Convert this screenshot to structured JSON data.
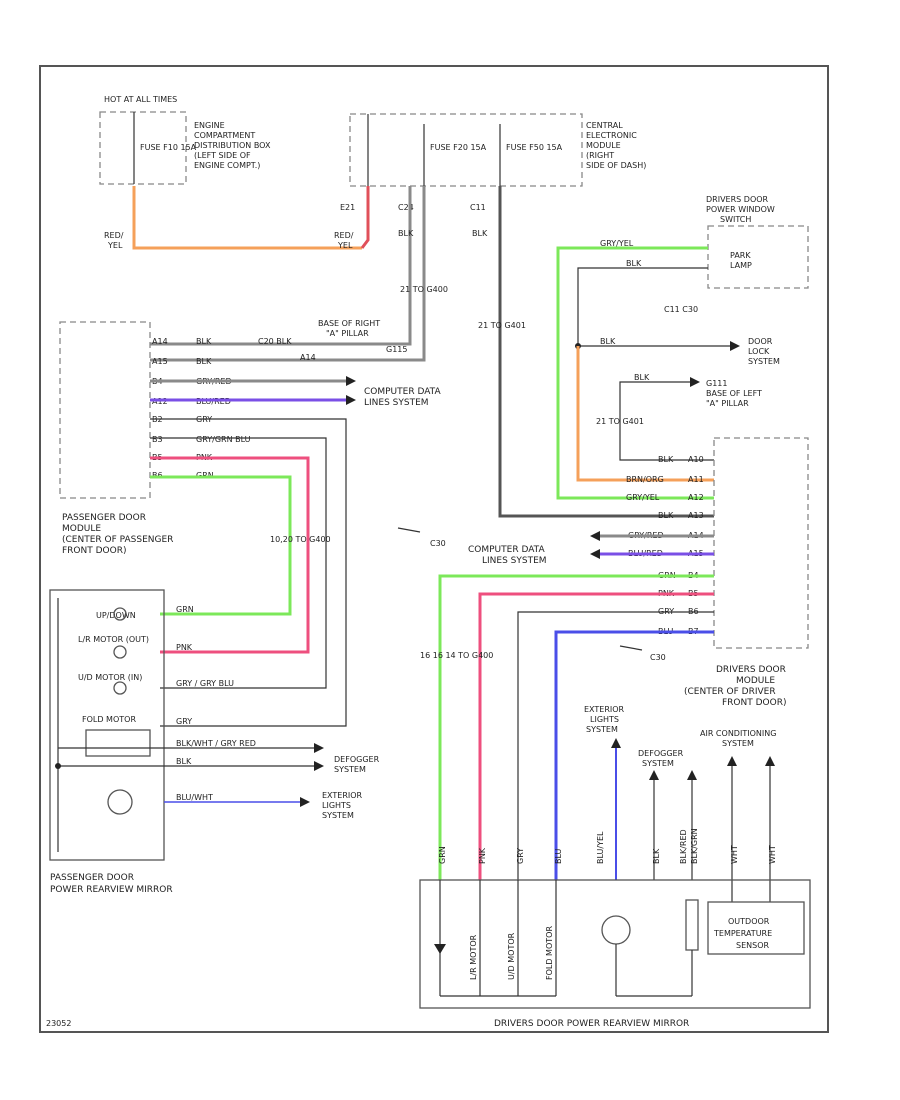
{
  "labels": {
    "hot_at_all_times": "HOT AT ALL TIMES",
    "fuse_left": "FUSE F10 15A",
    "engine_box": [
      "ENGINE",
      "COMPARTMENT",
      "DISTRIBUTION BOX",
      "(LEFT SIDE OF",
      "ENGINE COMPT.)"
    ],
    "fuse_mid": "FUSE F20 15A",
    "fuse_right": "FUSE F50 15A",
    "central_module": [
      "CENTRAL",
      "ELECTRONIC",
      "MODULE",
      "(RIGHT",
      "SIDE OF DASH)"
    ],
    "conn_e21": "E21",
    "conn_c24": "C24",
    "conn_c11": "C11",
    "wire_red_yel_left": [
      "RED/",
      "YEL"
    ],
    "wire_red_yel_right": [
      "RED/",
      "YEL"
    ],
    "blk_1": "BLK",
    "blk_2": "BLK",
    "splice_1": "21 TO G400",
    "splice_2": "21 TO G401",
    "base_right_pillar": [
      "BASE OF RIGHT",
      "\"A\" PILLAR",
      "G115"
    ],
    "ps_pins": [
      "A14",
      "A15",
      "B4",
      "A12",
      "B2",
      "B3",
      "B5",
      "B6"
    ],
    "ps_wires": [
      "BLK",
      "BLK",
      "GRY/RED",
      "BLU/RED",
      "GRY",
      "GRY/GRN BLU",
      "PNK",
      "GRN"
    ],
    "ps_c20_blk": "C20 BLK",
    "ps_a14": "A14",
    "computer_data_1": [
      "COMPUTER DATA",
      "LINES SYSTEM"
    ],
    "passenger_door_module": [
      "PASSENGER DOOR",
      "MODULE",
      "(CENTER OF PASSENGER",
      "FRONT DOOR)"
    ],
    "splice_3": "10,20 TO G400",
    "conn_c30_1": "C30",
    "drivers_switch": [
      "DRIVERS DOOR",
      "POWER WINDOW",
      "SWITCH"
    ],
    "park_lamp": [
      "PARK",
      "LAMP"
    ],
    "dw_gry_yel": "GRY/YEL",
    "dw_blk": "BLK",
    "c11_c30": "C11  C30",
    "door_lock": [
      "DOOR",
      "LOCK",
      "SYSTEM"
    ],
    "blk_3": "BLK",
    "blk_4": "BLK",
    "g111": [
      "G111",
      "BASE OF LEFT",
      "\"A\" PILLAR"
    ],
    "splice_4": "21 TO G401",
    "dd_wires": [
      "BLK",
      "BRN/ORG",
      "GRY/YEL",
      "BLK",
      "GRY/RED",
      "BLU/RED",
      "GRN",
      "PNK",
      "GRY",
      "BLU"
    ],
    "dd_pins": [
      "A10",
      "A11",
      "A12",
      "A13",
      "A14",
      "A15",
      "B4",
      "B5",
      "B6",
      "B7"
    ],
    "computer_data_2": [
      "COMPUTER DATA",
      "LINES SYSTEM"
    ],
    "conn_c30_2": "C30",
    "splice_5": "16  16  14  TO G400",
    "drivers_door_module": [
      "DRIVERS DOOR",
      "MODULE",
      "(CENTER OF DRIVER",
      "FRONT DOOR)"
    ],
    "mirror_up_down": "UP/DOWN",
    "mirror_motor_1": "L/R MOTOR (OUT)",
    "mirror_motor_2": "U/D MOTOR (IN)",
    "fold_motor": "FOLD MOTOR",
    "ps_grn": "GRN",
    "ps_pnk": "PNK",
    "ps_gry_blu": "GRY / GRY BLU",
    "ps_gry": "GRY",
    "ps_blk_wht": "BLK/WHT / GRY RED",
    "ps_blk": "BLK",
    "ps_blu_wht": "BLU/WHT",
    "defogger_1": [
      "DEFOGGER",
      "SYSTEM"
    ],
    "exterior_1": [
      "EXTERIOR",
      "LIGHTS",
      "SYSTEM"
    ],
    "passenger_mirror": [
      "PASSENGER DOOR",
      "POWER REARVIEW MIRROR"
    ],
    "exterior_2": [
      "EXTERIOR",
      "LIGHTS",
      "SYSTEM"
    ],
    "defogger_2": [
      "DEFOGGER",
      "SYSTEM"
    ],
    "ac_system": [
      "AIR CONDITIONING",
      "SYSTEM"
    ],
    "v_wires": [
      "GRN",
      "PNK",
      "GRY",
      "BLU",
      "BLU/YEL",
      "BLK",
      "BLK/GRN",
      "BLK/RED",
      "WHT",
      "WHT"
    ],
    "outdoor_sensor": [
      "OUTDOOR",
      "TEMPERATURE",
      "SENSOR"
    ],
    "drivers_mirror": "DRIVERS DOOR POWER REARVIEW MIRROR",
    "mirror_labels": [
      "L/R MOTOR",
      "U/D MOTOR",
      "FOLD MOTOR"
    ],
    "footer_code": "23052"
  },
  "colors": {
    "orange": "#f5a05a",
    "red": "#e0505a",
    "pink": "#ee4f7e",
    "green": "#7ce85a",
    "purple": "#7a4fe6",
    "blue": "#4a4ee8",
    "gray": "#8a8a8a",
    "dark": "#333333"
  }
}
